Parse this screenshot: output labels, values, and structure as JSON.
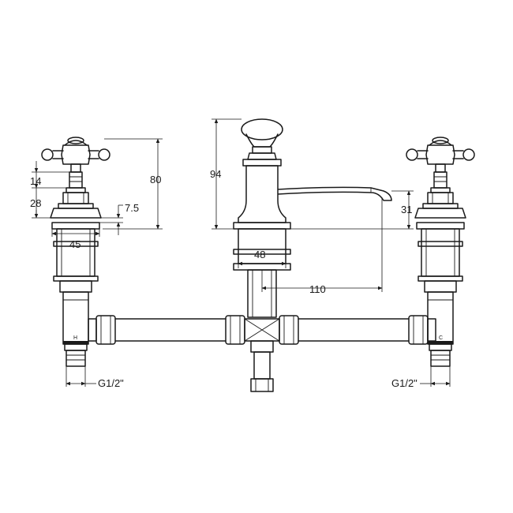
{
  "dimensions": {
    "height_handle": "14",
    "height_upper": "28",
    "nut_height": "7.5",
    "overall_valve_height": "80",
    "valve_flange_width": "45",
    "spout_height": "94",
    "spout_base_width": "48",
    "spout_outlet_height": "31",
    "spout_reach": "110",
    "thread_left": "G1/2\"",
    "thread_right": "G1/2\""
  },
  "markings": {
    "hot": "H",
    "cold": "C"
  }
}
